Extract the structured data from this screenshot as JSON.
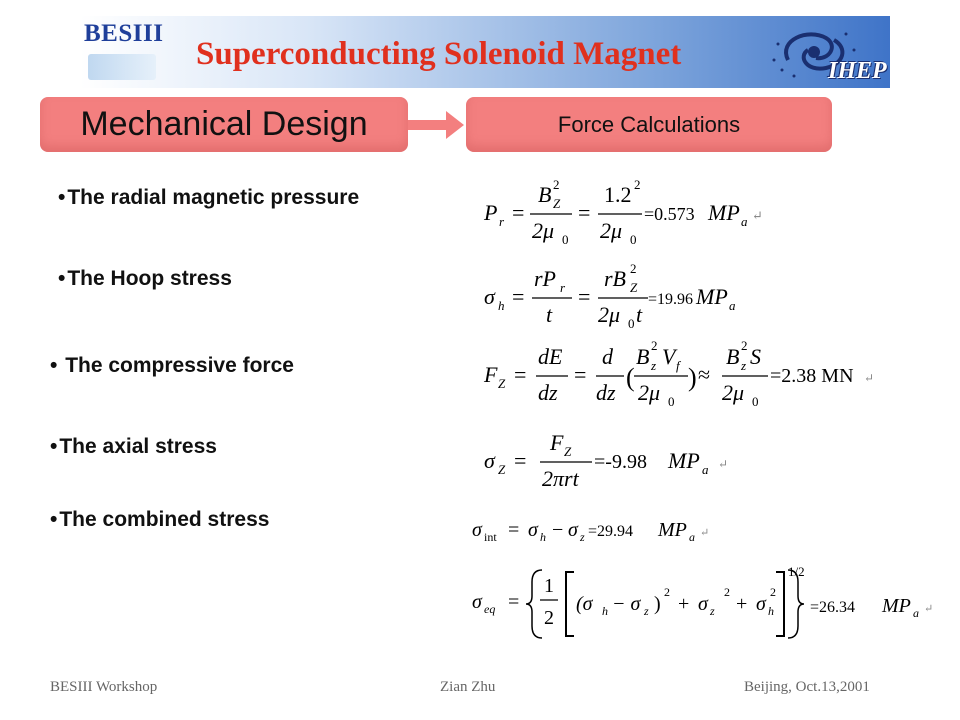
{
  "header": {
    "logo_text": "BESIII",
    "title": "Superconducting Solenoid Magnet",
    "ihep_text": "IHEP",
    "colors": {
      "title": "#e0301e",
      "logo": "#1f3f9a",
      "banner_right": "#3f74c8"
    }
  },
  "tabs": {
    "section": "Mechanical Design",
    "subsection": "Force Calculations",
    "color": "#f37f7f"
  },
  "bullets": [
    {
      "label": "The radial magnetic pressure"
    },
    {
      "label": "The Hoop stress"
    },
    {
      "label": " The compressive force"
    },
    {
      "label": "The axial stress"
    },
    {
      "label": "The combined stress"
    }
  ],
  "bullet_glyph": "•",
  "equations": {
    "radial": {
      "lhs": "P",
      "lhs_sub": "r",
      "eq": "=",
      "f1_num": "B",
      "f1_num_sub": "Z",
      "f1_num_sup": "2",
      "f1_den": "2μ",
      "f1_den_sub": "0",
      "f2_num": "1.2",
      "f2_num_sup": "2",
      "f2_den": "2μ",
      "f2_den_sub": "0",
      "result": "=0.573",
      "unit": "MP",
      "unit_sub": "a",
      "mark": "↵"
    },
    "hoop": {
      "lhs": "σ",
      "lhs_sub": "h",
      "eq": "=",
      "f1_num": "rP",
      "f1_num_sub": "r",
      "f1_den": "t",
      "f2_num": "rB",
      "f2_num_sub": "Z",
      "f2_num_sup": "2",
      "f2_den": "2μ",
      "f2_den_sub": "0",
      "f2_den_tail": "t",
      "result": "=19.96",
      "unit": "MP",
      "unit_sub": "a"
    },
    "compressive": {
      "lhs": "F",
      "lhs_sub": "Z",
      "eq": "=",
      "f1_num": "dE",
      "f1_den": "dz",
      "f2_num": "d",
      "f2_den": "dz",
      "paren_open": "(",
      "paren_close": ")",
      "f3_num": "B",
      "f3_num_sub": "z",
      "f3_num_sup": "2",
      "f3_num_tail": "V",
      "f3_num_tail_sub": "f",
      "f3_den": "2μ",
      "f3_den_sub": "0",
      "approx": "≈",
      "f4_num": "B",
      "f4_num_sub": "z",
      "f4_num_sup": "2",
      "f4_num_tail": "S",
      "f4_den": "2μ",
      "f4_den_sub": "0",
      "result": "=2.38 MN",
      "mark": "↵"
    },
    "axial": {
      "lhs": "σ",
      "lhs_sub": "Z",
      "eq": "=",
      "f1_num": "F",
      "f1_num_sub": "Z",
      "f1_den": "2πrt",
      "result": "=-9.98",
      "unit": "MP",
      "unit_sub": "a",
      "mark": "↵"
    },
    "combined_int": {
      "lhs": "σ",
      "lhs_sub": "int",
      "eq": "=",
      "t1": "σ",
      "t1_sub": "h",
      "minus": "−",
      "t2": "σ",
      "t2_sub": "z",
      "result": "=29.94",
      "unit": "MP",
      "unit_sub": "a",
      "mark": "↵"
    },
    "combined_eq": {
      "lhs": "σ",
      "lhs_sub": "eq",
      "eq": "=",
      "half_num": "1",
      "half_den": "2",
      "inner": "(σ",
      "inner_sub_h": "h",
      "inner_minus": "− σ",
      "inner_sub_z": "z",
      "inner_close": ")",
      "sq": "2",
      "plus": "+",
      "t_sz": "σ",
      "t_sz_sub": "z",
      "t_sh": "σ",
      "t_sh_sub": "h",
      "outer_pow": "1/2",
      "result": "=26.34",
      "unit": "MP",
      "unit_sub": "a",
      "mark": "↵"
    }
  },
  "footer": {
    "left": "BESIII Workshop",
    "center": "Zian Zhu",
    "right": "Beijing, Oct.13,2001"
  }
}
